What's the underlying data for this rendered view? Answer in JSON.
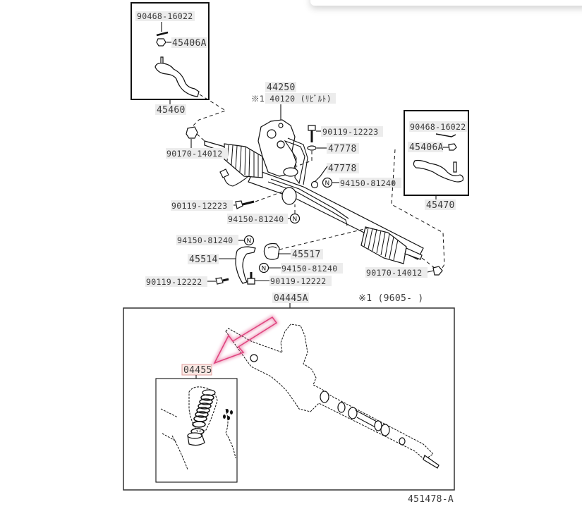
{
  "diagram": {
    "figure_id": "451478-A",
    "applicability_note": "※1 (9605-      )",
    "colors": {
      "highlight_arrow": "#e0457f",
      "highlight_label_bg": "#fbe9e4",
      "label_bg": "#ececec",
      "line": "#111111"
    },
    "labels": {
      "left_tie_rod_clip": "90468-16022",
      "left_tie_rod_nut": "45406A",
      "left_tie_rod_end": "45460",
      "gear_assy": "44250",
      "gear_assy_rebuilt": "※1 40120 (ﾘﾋﾞﾙﾄ)",
      "bolt_upper": "90119-12223",
      "washer_upper": "47778",
      "washer_lower": "47778",
      "nut_right_n": "94150-81240",
      "left_lock_nut": "90170-14012",
      "bolt_mount_left": "90119-12223",
      "nut_mount_center": "94150-81240",
      "right_tie_rod_clip": "90468-16022",
      "right_tie_rod_nut": "45406A",
      "right_tie_rod_end": "45470",
      "nut_bracket_top": "94150-81240",
      "bracket": "45514",
      "cushion": "45517",
      "nut_bracket_low": "94150-81240",
      "bolt_bracket_left": "90119-12222",
      "bolt_bracket_right": "90119-12222",
      "right_lock_nut": "90170-14012",
      "overhaul_kit": "04445A",
      "gasket_kit": "04455",
      "n_symbol": "N"
    }
  }
}
